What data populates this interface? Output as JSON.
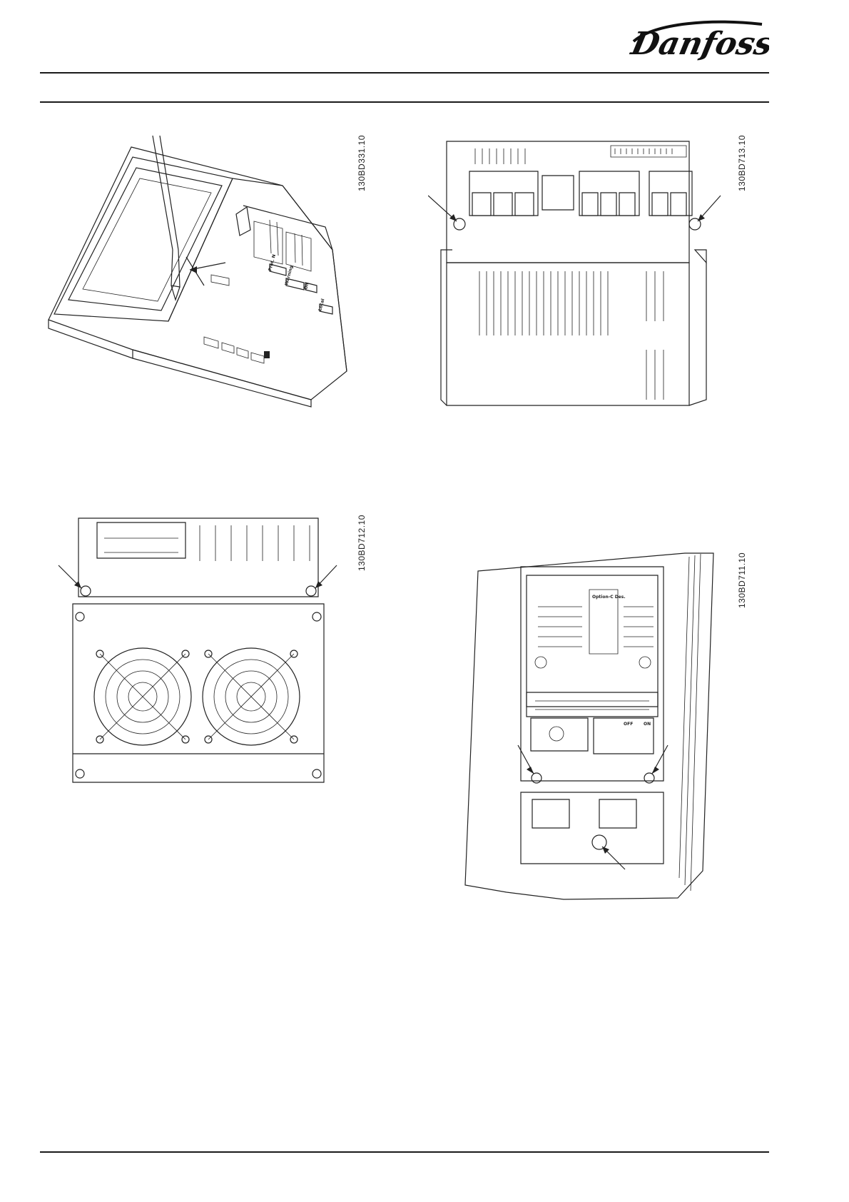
{
  "header": {
    "logo_text": "Danfoss"
  },
  "figures": [
    {
      "id": "fig-top-left",
      "code": "130BD331.10",
      "panel_labels": [
        "Prot. N",
        "Warning",
        "On",
        "Local"
      ]
    },
    {
      "id": "fig-top-right",
      "code": "130BD713.10"
    },
    {
      "id": "fig-bottom-left",
      "code": "130BD712.10"
    },
    {
      "id": "fig-bottom-right",
      "code": "130BD711.10",
      "board_label": "Option-C Des.",
      "switch_labels": [
        "OFF",
        "ON"
      ]
    }
  ]
}
